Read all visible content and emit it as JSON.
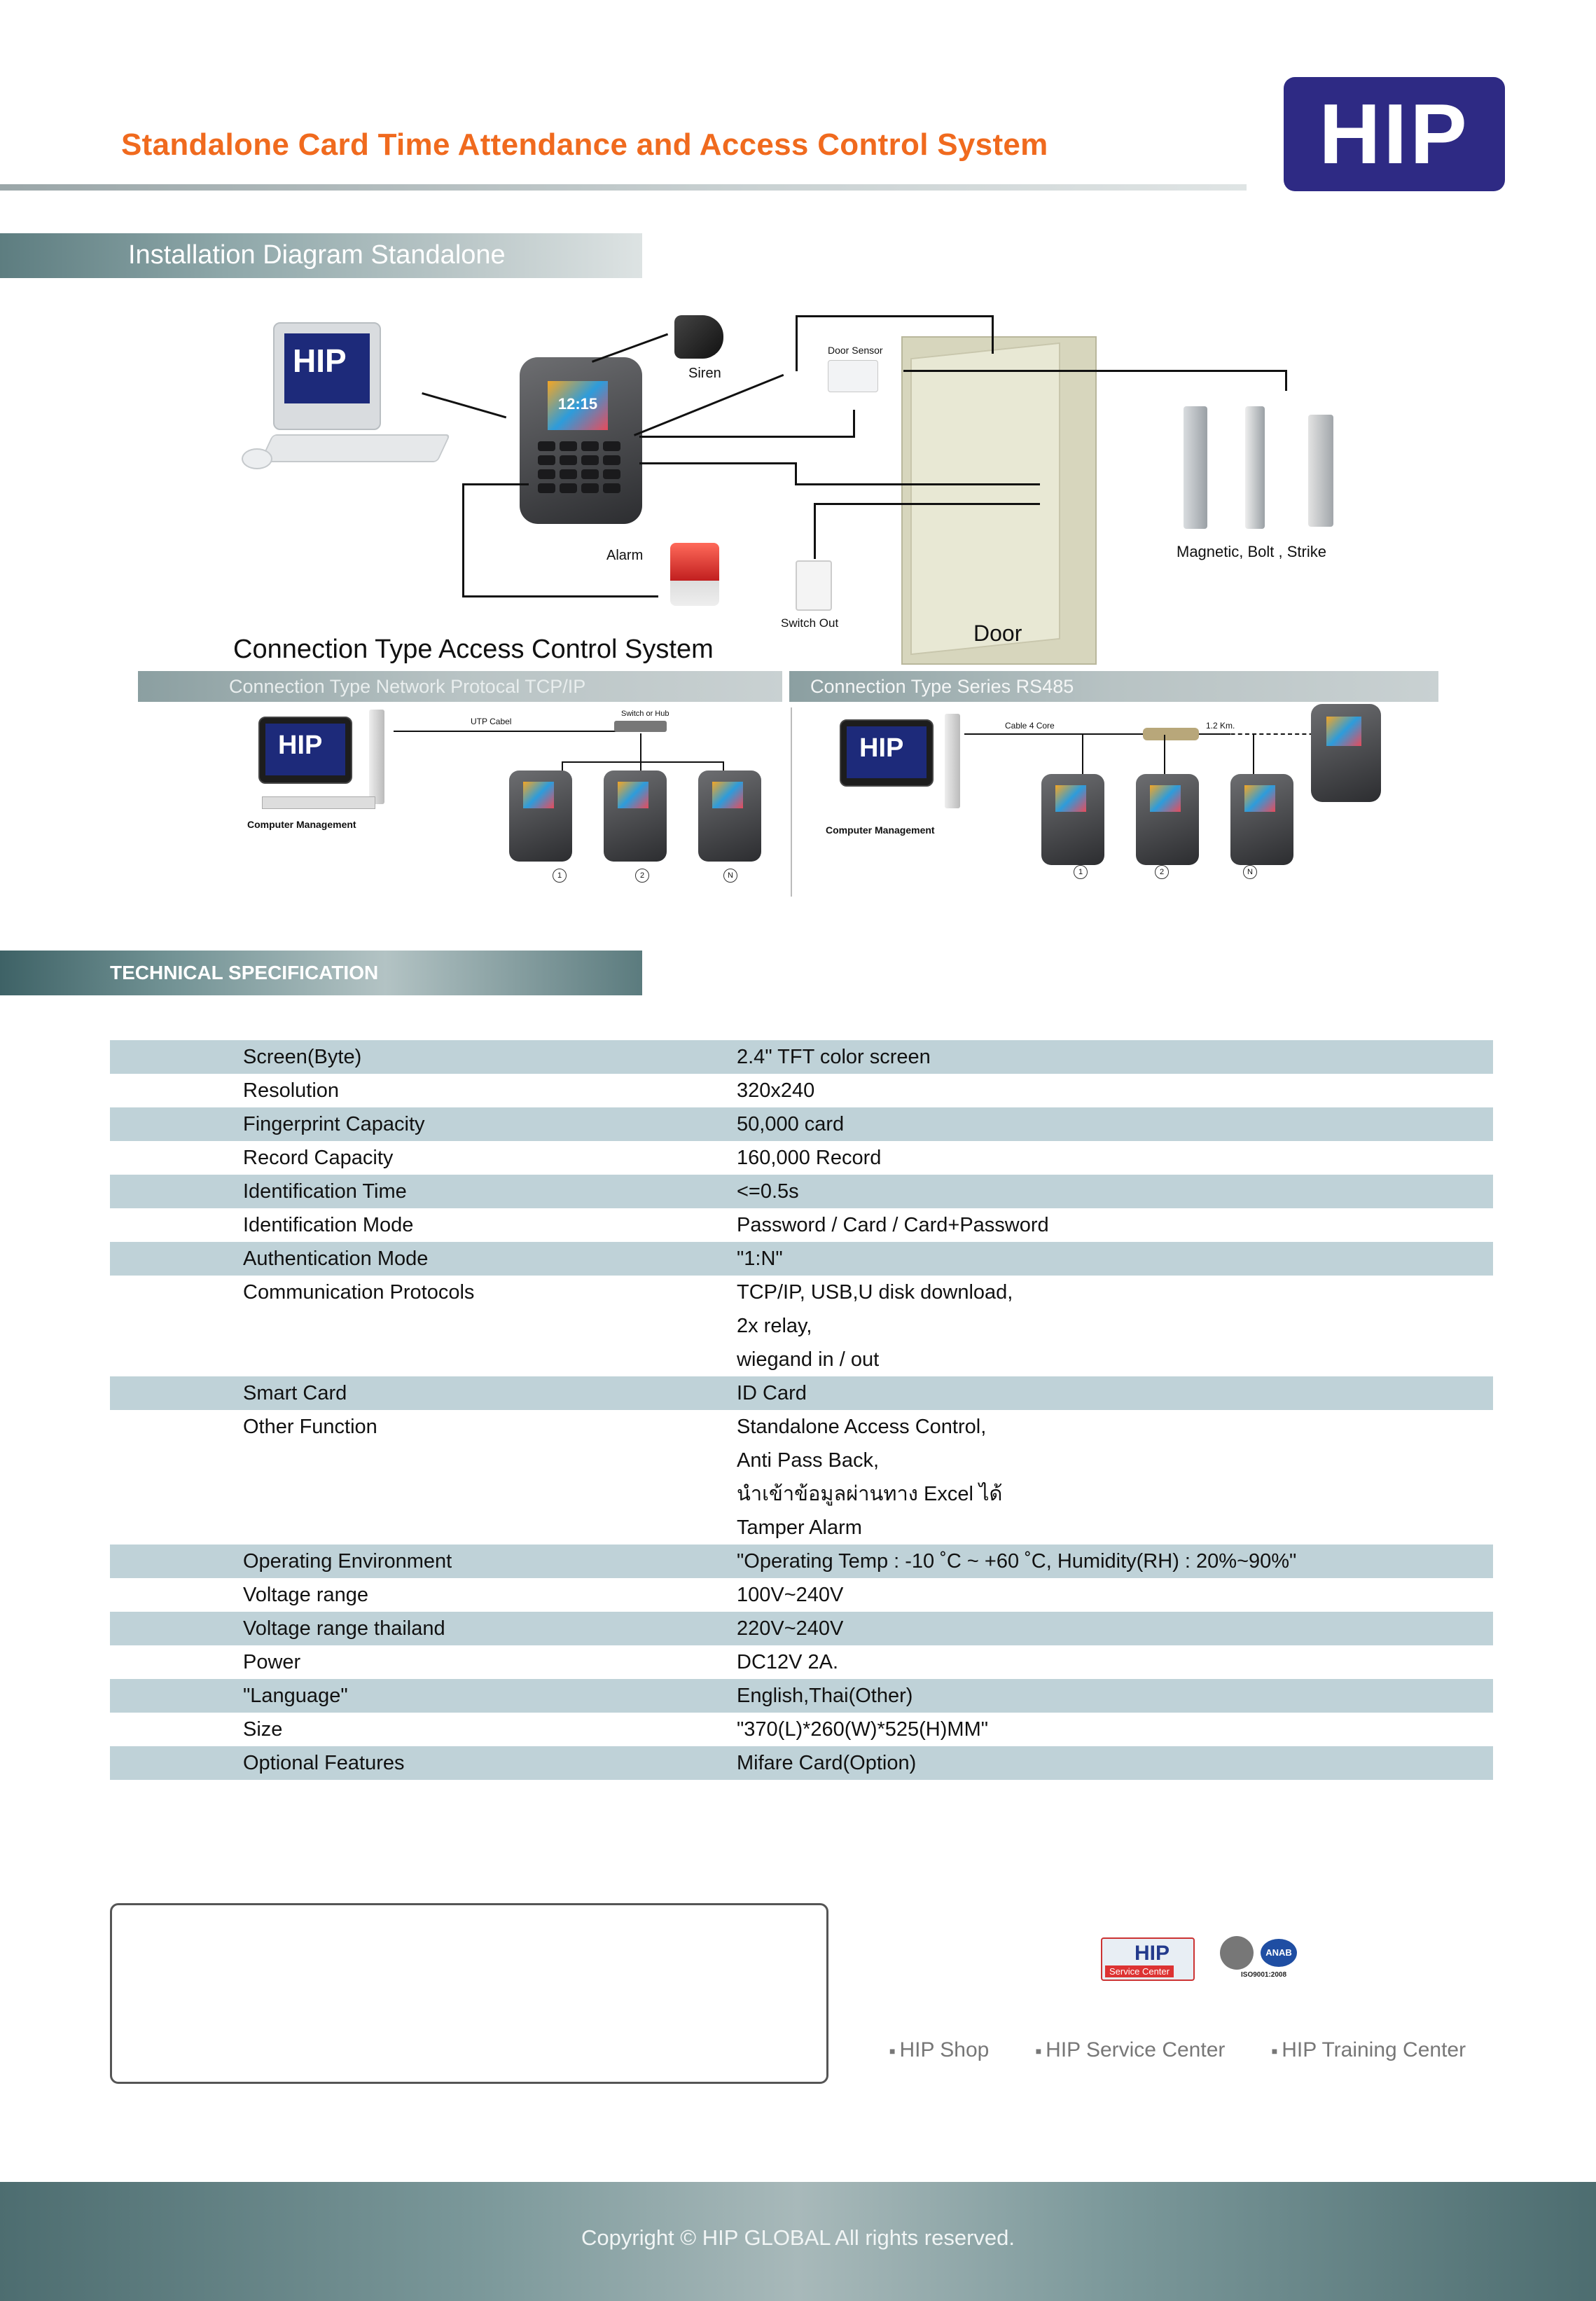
{
  "header": {
    "title": "Standalone Card Time Attendance and Access Control System",
    "logo_text": "HIP"
  },
  "installation": {
    "heading": "Installation Diagram Standalone",
    "labels": {
      "siren": "Siren",
      "door_sensor": "Door Sensor",
      "alarm": "Alarm",
      "switch_out": "Switch Out",
      "door": "Door",
      "locks": "Magnetic, Bolt , Strike",
      "reader_time": "12:15"
    }
  },
  "connection": {
    "heading": "Connection Type Access Control System",
    "network": {
      "heading": "Connection Type Network Protocal TCP/IP",
      "cable": "UTP Cabel",
      "switch": "Switch or Hub",
      "computer": "Computer Management",
      "nodes": [
        "1",
        "2",
        "N"
      ]
    },
    "serial": {
      "heading": "Connection Type Series  RS485",
      "cable": "Cable 4 Core",
      "distance": "1.2 Km.",
      "computer": "Computer Management",
      "nodes": [
        "1",
        "2",
        "N"
      ]
    }
  },
  "spec": {
    "heading": "TECHNICAL SPECIFICATION",
    "rows": [
      {
        "key": "Screen(Byte)",
        "value": [
          "2.4\" TFT color screen"
        ]
      },
      {
        "key": "Resolution",
        "value": [
          "320x240"
        ]
      },
      {
        "key": "Fingerprint Capacity",
        "value": [
          "50,000 card"
        ]
      },
      {
        "key": "Record Capacity",
        "value": [
          "160,000 Record"
        ]
      },
      {
        "key": "Identification Time",
        "value": [
          "<=0.5s"
        ]
      },
      {
        "key": "Identification Mode",
        "value": [
          "Password / Card / Card+Password"
        ]
      },
      {
        "key": "Authentication Mode",
        "value": [
          "\"1:N\""
        ]
      },
      {
        "key": "Communication Protocols",
        "value": [
          "TCP/IP, USB,U disk download,",
          "2x relay,",
          "wiegand in / out"
        ]
      },
      {
        "key": "Smart Card",
        "value": [
          "ID   Card"
        ]
      },
      {
        "key": "Other Function",
        "value": [
          "Standalone Access Control,",
          "Anti Pass Back,",
          "นำเข้าข้อมูลผ่านทาง Excel ได้",
          "Tamper Alarm"
        ]
      },
      {
        "key": "Operating Environment",
        "value": [
          "\"Operating Temp : -10 ˚C ~ +60 ˚C,  Humidity(RH) : 20%~90%\""
        ]
      },
      {
        "key": "Voltage range",
        "value": [
          "100V~240V"
        ]
      },
      {
        "key": "Voltage range thailand",
        "value": [
          "220V~240V"
        ]
      },
      {
        "key": "Power",
        "value": [
          "DC12V 2A."
        ]
      },
      {
        "key": "\"Language\"",
        "value": [
          "English,Thai(Other)"
        ]
      },
      {
        "key": "Size",
        "value": [
          "\"370(L)*260(W)*525(H)MM\""
        ]
      },
      {
        "key": "Optional Features",
        "value": [
          "Mifare Card(Option)"
        ]
      }
    ]
  },
  "badges": {
    "hip": "HIP",
    "service": "Service Center",
    "anab": "ANAB",
    "iso": "ISO9001:2008"
  },
  "footer": {
    "links": [
      "HIP Shop",
      "HIP Service Center",
      "HIP Training Center"
    ],
    "copyright": "Copyright © HIP GLOBAL All rights reserved."
  },
  "colors": {
    "title": "#f06a1e",
    "logo_bg": "#2e2a84",
    "table_shade": "#bfd2d8"
  }
}
